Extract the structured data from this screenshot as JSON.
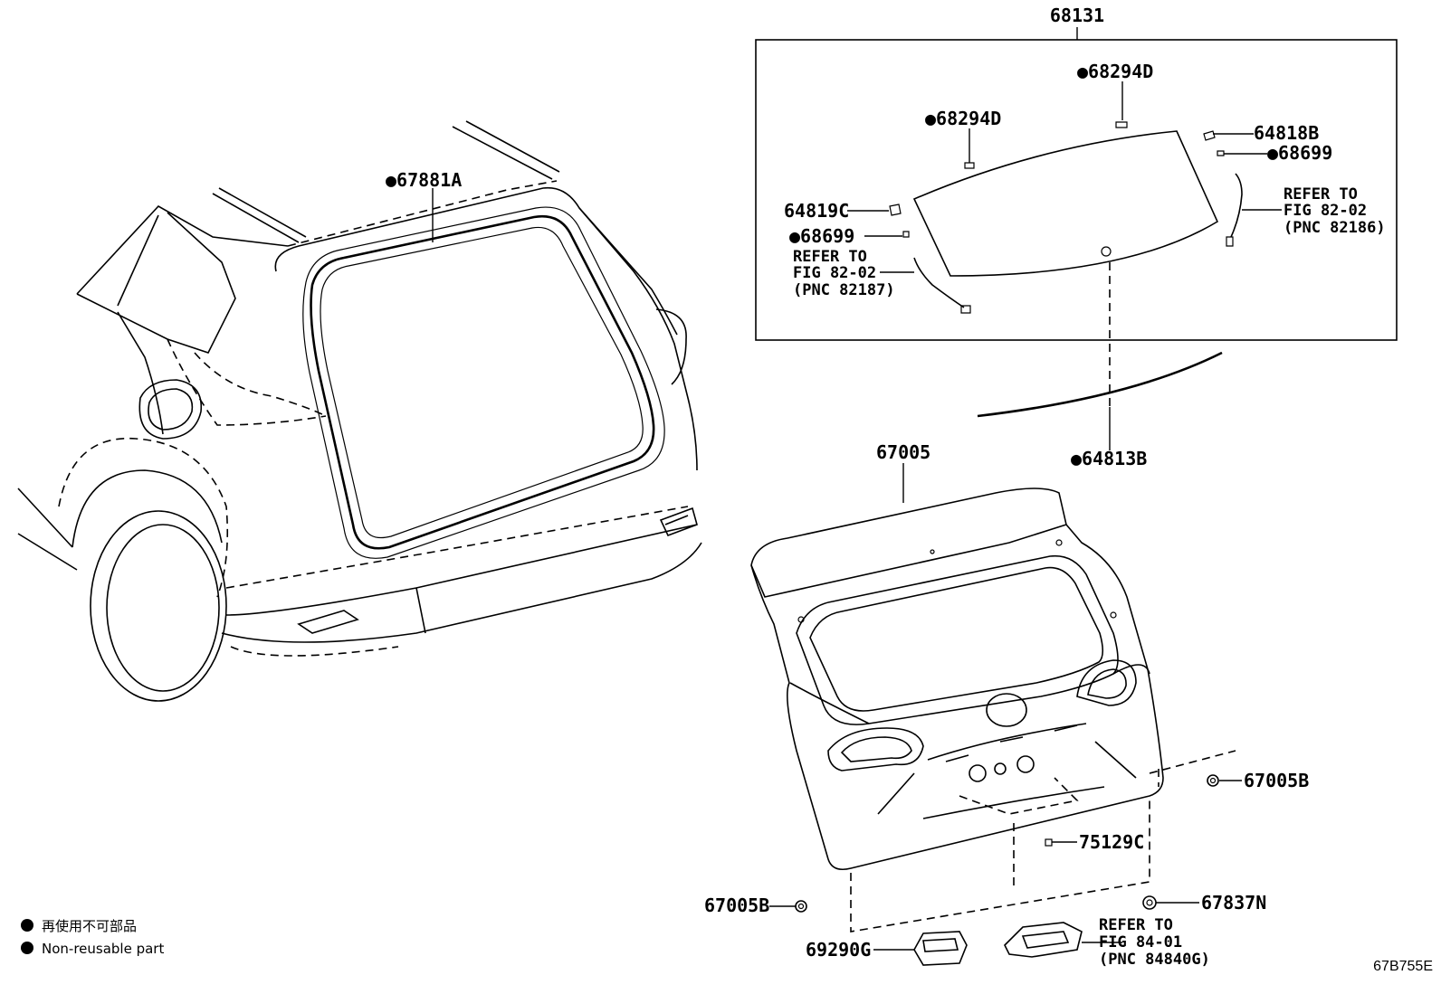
{
  "parts": {
    "p68131": "68131",
    "p68294D_top": "●68294D",
    "p68294D_left": "●68294D",
    "p64818B": "64818B",
    "p68699_right": "●68699",
    "p64819C": "64819C",
    "p68699_left": "●68699",
    "p67881A": "●67881A",
    "p64813B": "●64813B",
    "p67005": "67005",
    "p67005B_right": "67005B",
    "p75129C": "75129C",
    "p67005B_left": "67005B",
    "p67837N": "67837N",
    "p69290G": "69290G"
  },
  "refs": {
    "right": {
      "line1": "REFER TO",
      "line2": "FIG 82-02",
      "line3": "(PNC 82186)"
    },
    "left": {
      "line1": "REFER TO",
      "line2": "FIG 82-02",
      "line3": "(PNC 82187)"
    },
    "bottom": {
      "line1": "REFER TO",
      "line2": "FIG 84-01",
      "line3": "(PNC 84840G)"
    }
  },
  "legend": {
    "jp": "再使用不可部品",
    "en": "Non-reusable part"
  },
  "diagram_code": "67B755E"
}
